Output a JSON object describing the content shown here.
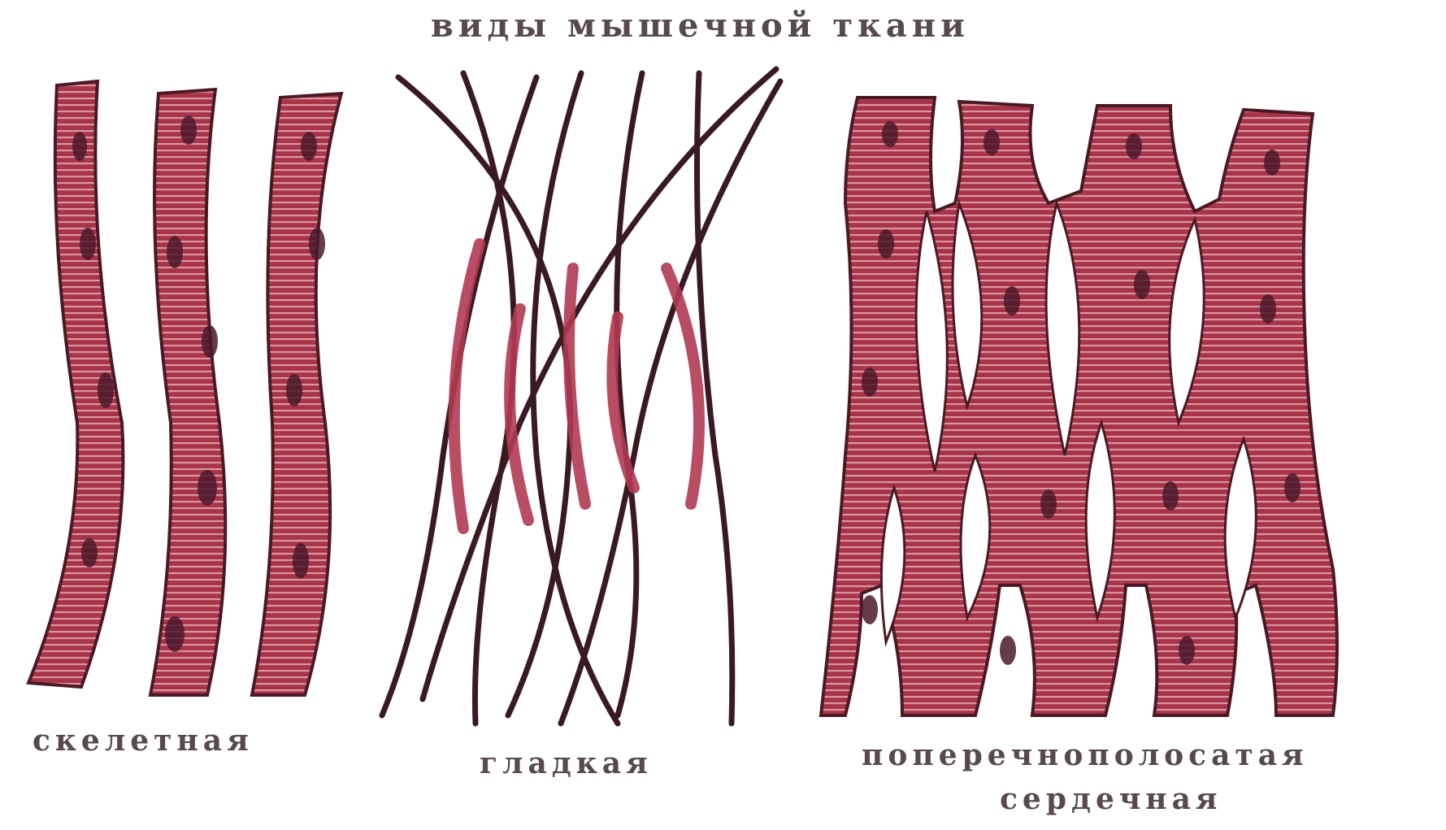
{
  "title": "виды мышечной ткани",
  "labels": {
    "skeletal": "скелетная",
    "smooth": "гладкая",
    "cardiac_line1": "поперечнополосатая",
    "cardiac_line2": "сердечная"
  },
  "colors": {
    "fiber_fill": "#a8344a",
    "fiber_stroke": "#4a1a24",
    "stripe": "#d98a98",
    "nucleus": "#4b1a2a",
    "smooth_line": "#3a1a22"
  }
}
